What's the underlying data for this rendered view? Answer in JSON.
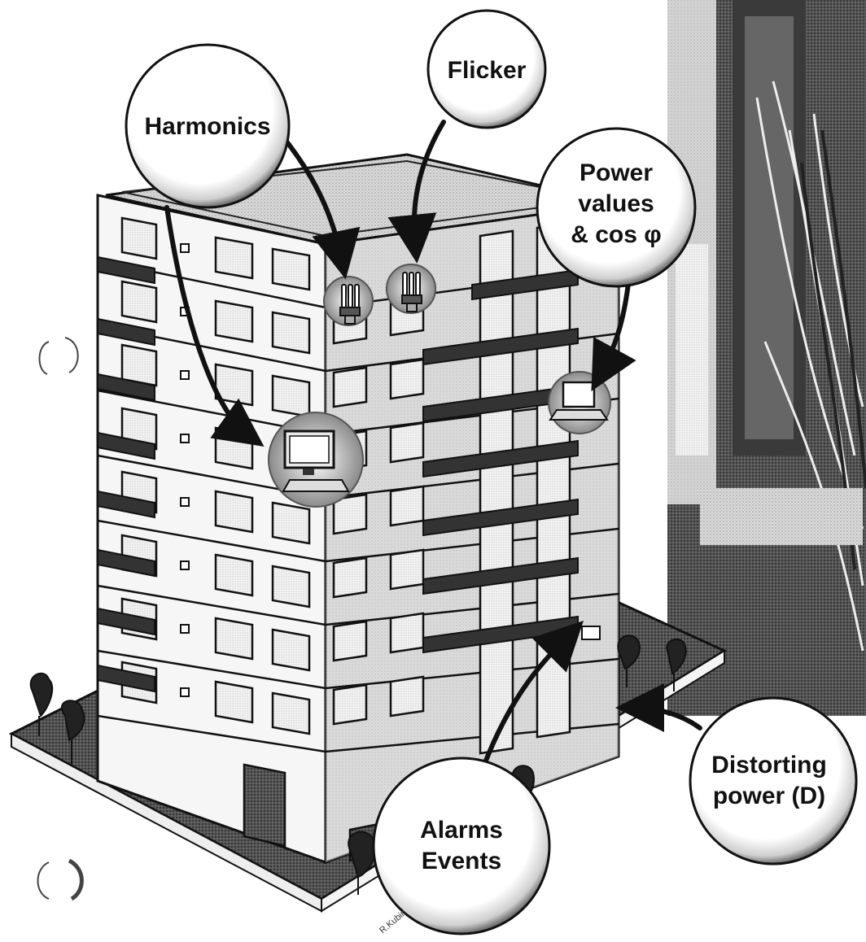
{
  "callouts": {
    "harmonics": "Harmonics",
    "flicker": "Flicker",
    "power_line1": "Power",
    "power_line2": "values",
    "power_line3": "& cos φ",
    "alarms_line1": "Alarms",
    "alarms_line2": "Events",
    "distorting_line1": "Distorting",
    "distorting_line2": "power (D)"
  },
  "signature": "R.Kubin",
  "icons": [
    "monitor-icon",
    "energy-saving-bulb-icon",
    "laptop-icon",
    "tree-icon",
    "switchgear-cabinet-icon"
  ]
}
